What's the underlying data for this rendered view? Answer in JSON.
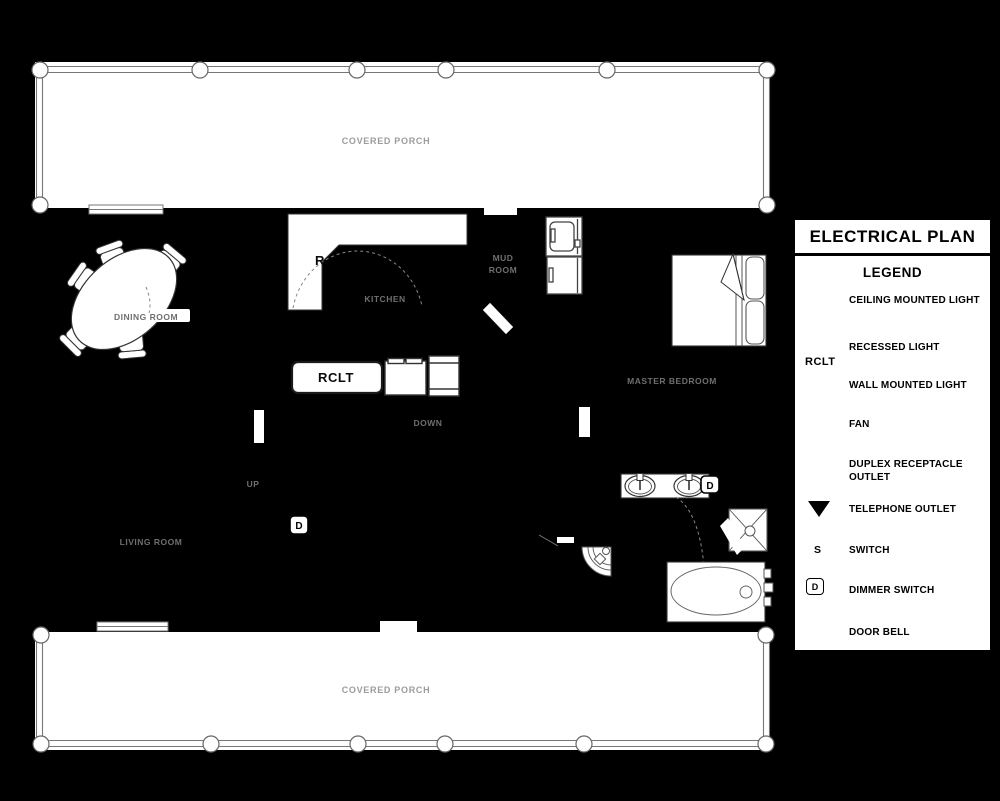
{
  "background_color": "#000000",
  "colors": {
    "paper": "#ffffff",
    "line_dark": "#3a3a3a",
    "line_mid": "#777777",
    "room_label_gray": "#6f6f6f",
    "porch_label_gray": "#9c9c9c",
    "text_black": "#000000"
  },
  "plan": {
    "labels": {
      "covered_porch_top": "COVERED PORCH",
      "covered_porch_bottom": "COVERED PORCH",
      "dining_room": "DINING ROOM",
      "kitchen": "KITCHEN",
      "mud_room_line1": "MUD",
      "mud_room_line2": "ROOM",
      "master_bedroom": "MASTER BEDROOM",
      "living_room": "LIVING ROOM",
      "down": "DOWN",
      "up": "UP",
      "island_rclt": "RCLT",
      "counter_r": "R",
      "dimmer_living": "D",
      "dimmer_bath": "D"
    }
  },
  "legend": {
    "title": "ELECTRICAL PLAN",
    "heading": "LEGEND",
    "items": [
      {
        "symbol": "",
        "symbol_name": "ceiling-mounted-light",
        "label": "CEILING MOUNTED LIGHT"
      },
      {
        "symbol": "RCLT",
        "symbol_name": "recessed-light",
        "label": "RECESSED LIGHT"
      },
      {
        "symbol": "",
        "symbol_name": "wall-mounted-light",
        "label": "WALL MOUNTED LIGHT"
      },
      {
        "symbol": "",
        "symbol_name": "fan",
        "label": "FAN"
      },
      {
        "symbol": "",
        "symbol_name": "duplex-receptacle-outlet",
        "label": "DUPLEX RECEPTACLE OUTLET"
      },
      {
        "symbol": "▼",
        "symbol_name": "telephone-outlet",
        "label": "TELEPHONE OUTLET"
      },
      {
        "symbol": "S",
        "symbol_name": "switch",
        "label": "SWITCH"
      },
      {
        "symbol": "D",
        "symbol_name": "dimmer-switch",
        "label": "DIMMER SWITCH"
      },
      {
        "symbol": "",
        "symbol_name": "door-bell",
        "label": "DOOR BELL"
      }
    ]
  }
}
